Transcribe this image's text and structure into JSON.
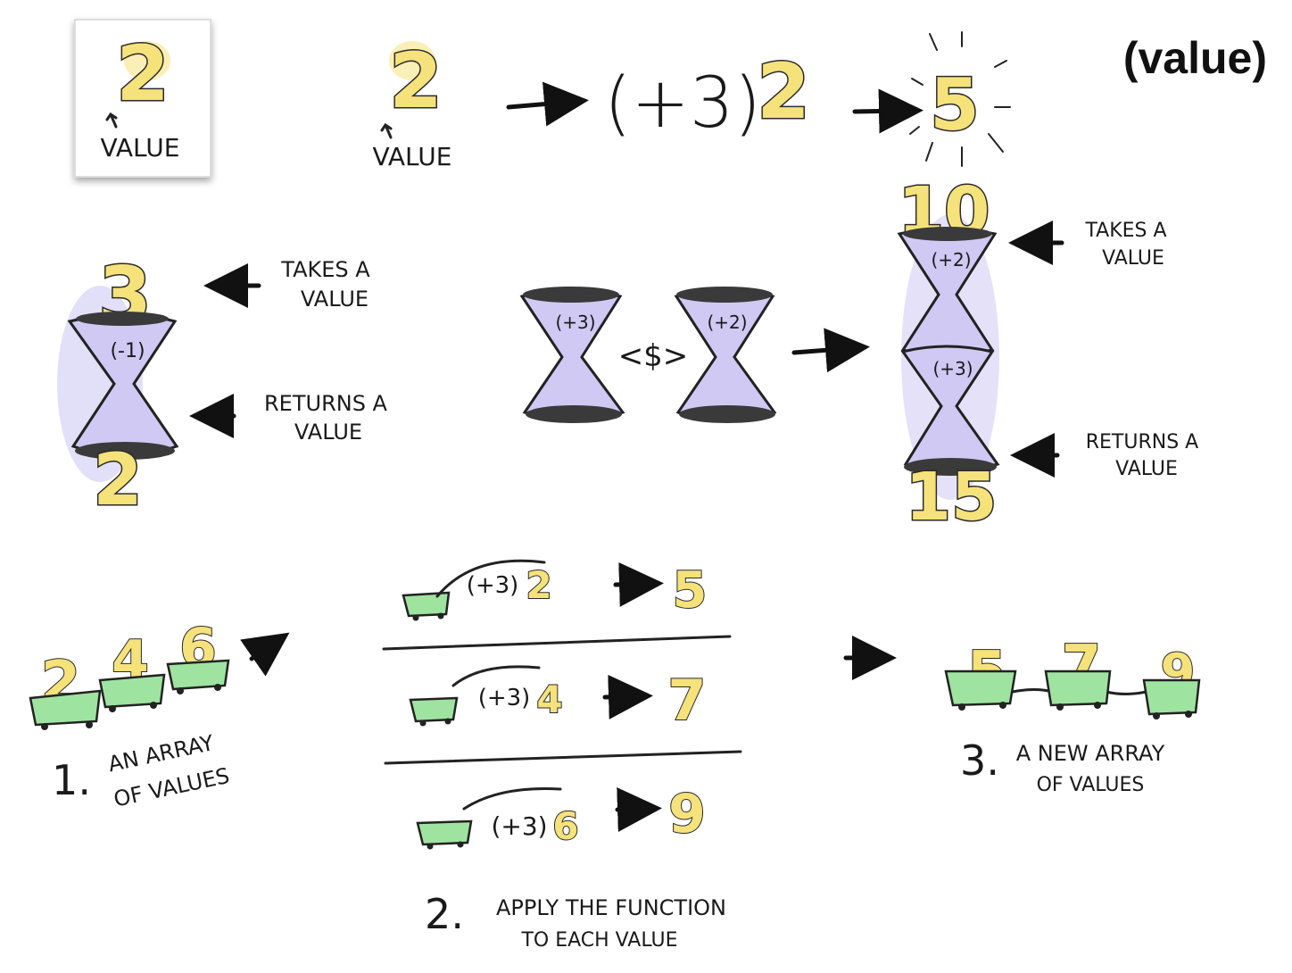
{
  "title": "(value)",
  "value_card": {
    "number": "2",
    "label": "VALUE"
  },
  "row1": {
    "input_number": "2",
    "input_label": "VALUE",
    "function": "(+3)",
    "applied_number": "2",
    "result": "5"
  },
  "row2": {
    "single": {
      "input": "3",
      "function": "(-1)",
      "output": "2",
      "takes_label_1": "TAKES A",
      "takes_label_2": "VALUE",
      "returns_label_1": "RETURNS A",
      "returns_label_2": "VALUE"
    },
    "compose": {
      "left_function": "(+3)",
      "operator": "<$>",
      "right_function": "(+2)"
    },
    "stacked": {
      "input": "10",
      "top_function": "(+2)",
      "bottom_function": "(+3)",
      "output": "15",
      "takes_label_1": "TAKES A",
      "takes_label_2": "VALUE",
      "returns_label_1": "RETURNS A",
      "returns_label_2": "VALUE"
    }
  },
  "row3": {
    "step1": {
      "values": [
        "2",
        "4",
        "6"
      ],
      "index": "1.",
      "label_1": "AN ARRAY",
      "label_2": "OF VALUES"
    },
    "step2": {
      "lines": [
        {
          "function": "(+3)",
          "input": "2",
          "result": "5"
        },
        {
          "function": "(+3)",
          "input": "4",
          "result": "7"
        },
        {
          "function": "(+3)",
          "input": "6",
          "result": "9"
        }
      ],
      "index": "2.",
      "label_1": "APPLY THE FUNCTION",
      "label_2": "TO EACH VALUE"
    },
    "step3": {
      "values": [
        "5",
        "7",
        "9"
      ],
      "index": "3.",
      "label_1": "A NEW ARRAY",
      "label_2": "OF VALUES"
    }
  },
  "colors": {
    "number_fill": "#f5e27a",
    "glass_fill": "#cfc9f3",
    "cart_fill": "#9fe3a1",
    "ink": "#1a1a1a"
  }
}
